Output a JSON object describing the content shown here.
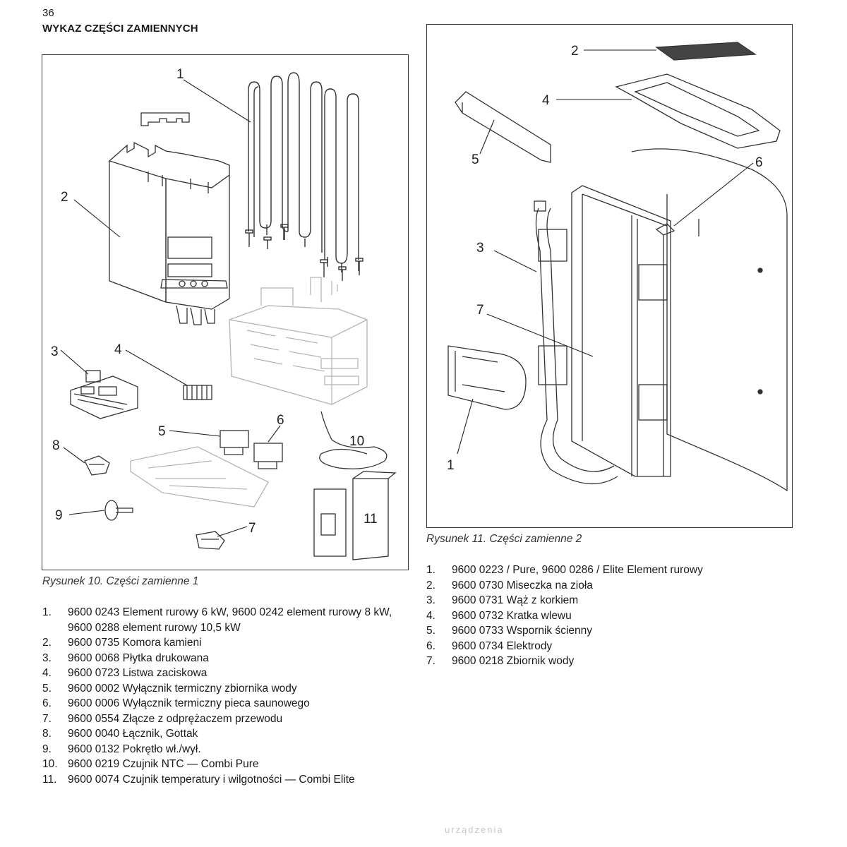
{
  "page": {
    "number": "36",
    "title": "WYKAZ CZĘŚCI ZAMIENNYCH"
  },
  "figure10": {
    "caption": "Rysunek 10. Części zamienne 1",
    "callouts": [
      "1",
      "2",
      "3",
      "4",
      "5",
      "6",
      "7",
      "8",
      "9",
      "10",
      "11"
    ]
  },
  "figure11": {
    "caption": "Rysunek 11. Części zamienne 2",
    "callouts": [
      "1",
      "2",
      "3",
      "4",
      "5",
      "6",
      "7"
    ]
  },
  "parts_list_1": [
    {
      "num": "1.",
      "text": "9600 0243 Element rurowy 6 kW, 9600 0242 element rurowy 8 kW, 9600 0288 element rurowy 10,5 kW"
    },
    {
      "num": "2.",
      "text": "9600 0735 Komora kamieni"
    },
    {
      "num": "3.",
      "text": "9600 0068 Płytka drukowana"
    },
    {
      "num": "4.",
      "text": "9600 0723 Listwa zaciskowa"
    },
    {
      "num": "5.",
      "text": "9600 0002 Wyłącznik termiczny zbiornika wody"
    },
    {
      "num": "6.",
      "text": "9600 0006 Wyłącznik termiczny pieca saunowego"
    },
    {
      "num": "7.",
      "text": "9600 0554 Złącze z odprężaczem przewodu"
    },
    {
      "num": "8.",
      "text": "9600 0040 Łącznik, Gottak"
    },
    {
      "num": "9.",
      "text": "9600 0132 Pokrętło wł./wył."
    },
    {
      "num": "10.",
      "text": "9600 0219 Czujnik NTC — Combi Pure"
    },
    {
      "num": "11.",
      "text": "9600 0074 Czujnik temperatury i wilgotności — Combi Elite"
    }
  ],
  "parts_list_2": [
    {
      "num": "1.",
      "text": "9600 0223 / Pure, 9600 0286 / Elite Element rurowy"
    },
    {
      "num": "2.",
      "text": "9600 0730 Miseczka na zioła"
    },
    {
      "num": "3.",
      "text": "9600 0731 Wąż z korkiem"
    },
    {
      "num": "4.",
      "text": "9600 0732 Kratka wlewu"
    },
    {
      "num": "5.",
      "text": "9600 0733 Wspornik ścienny"
    },
    {
      "num": "6.",
      "text": "9600 0734 Elektrody"
    },
    {
      "num": "7.",
      "text": "9600 0218 Zbiornik wody"
    }
  ],
  "ghost_text": "urządzenia"
}
